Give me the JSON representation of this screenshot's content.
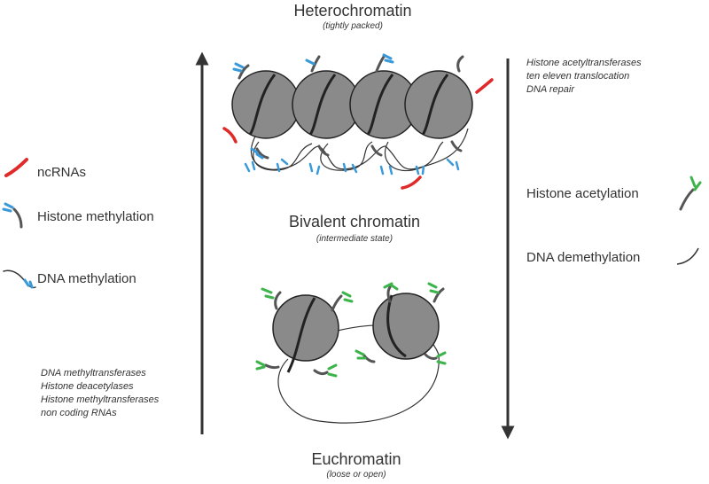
{
  "top": {
    "title": "Heterochromatin",
    "subtitle": "(tightly packed)"
  },
  "middle": {
    "title": "Bivalent chromatin",
    "subtitle": "(intermediate state)"
  },
  "bottom": {
    "title": "Euchromatin",
    "subtitle": "(loose or open)"
  },
  "left_legend": [
    {
      "label": "ncRNAs",
      "icon": "ncrna-icon",
      "color": "#e02a2a"
    },
    {
      "label": "Histone methylation",
      "icon": "histone-methylation-icon",
      "color": "#3a9ad9"
    },
    {
      "label": "DNA methylation",
      "icon": "dna-methylation-icon",
      "color": "#3a9ad9"
    }
  ],
  "right_legend": [
    {
      "label": "Histone acetylation",
      "icon": "histone-acetylation-icon",
      "color": "#3cb44a"
    },
    {
      "label": "DNA demethylation",
      "icon": "dna-demethylation-icon",
      "color": "#333333"
    }
  ],
  "left_enzymes": [
    "DNA methyltransferases",
    "Histone deacetylases",
    "Histone methyltransferases",
    "non coding RNAs"
  ],
  "right_enzymes": [
    "Histone acetyltransferases",
    "ten eleven translocation",
    "DNA repair"
  ],
  "colors": {
    "nucleosome": "#8a8a8a",
    "arrow": "#333333",
    "methyl": "#3a9ad9",
    "acetyl": "#3cb44a",
    "ncrna": "#e02a2a"
  }
}
